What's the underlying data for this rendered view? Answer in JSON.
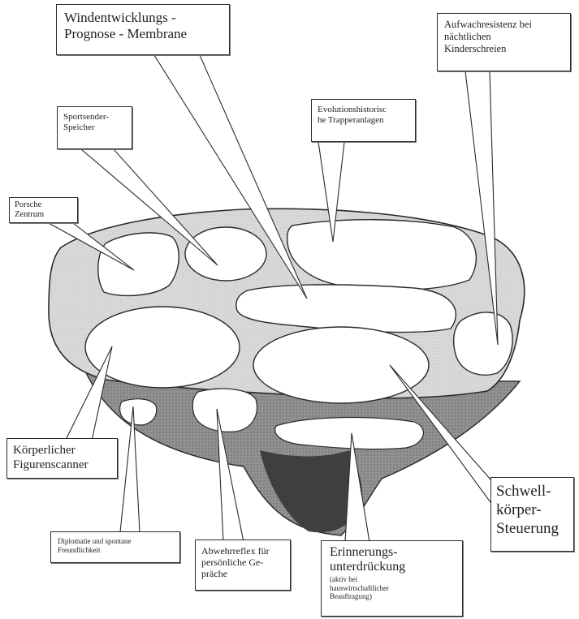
{
  "labels": {
    "windentwicklung": {
      "line1": "Windentwicklungs -",
      "line2": "Prognose - Membrane"
    },
    "aufwachresistenz": {
      "line1": "Aufwachresistenz bei",
      "line2": "nächtlichen",
      "line3": "Kinderschreien"
    },
    "sportsender": {
      "line1": "Sportsender-",
      "line2": "Speicher"
    },
    "evolution": {
      "line1": "Evolutionshistorisc",
      "line2": "he Trapperanlagen"
    },
    "porsche": {
      "line1": "Porsche",
      "line2": "Zentrum"
    },
    "koerperlicher": {
      "line1": "Körperlicher",
      "line2": "Figurenscanner"
    },
    "schwellkoerper": {
      "line1": "Schwell-",
      "line2": "körper-",
      "line3": "Steuerung"
    },
    "diplomatie": {
      "line1": "Diplomatie und spontane",
      "line2": "Freundlichkeit"
    },
    "abwehrreflex": {
      "line1": "Abwehrreflex  für",
      "line2": "persönliche Ge-",
      "line3": "präche"
    },
    "erinnerung": {
      "line1": "Erinnerungs-",
      "line2": "unterdrückung",
      "line3": "(aktiv bei",
      "line4": "hauswirtschaftlicher",
      "line5": "Beauftragung)"
    }
  },
  "colors": {
    "outline": "#2a2a2a",
    "upper_surface": "#d6d6d6",
    "lower_shadow": "#8c8c8c",
    "deep_shadow": "#3f3f3f",
    "region_fill": "#ffffff"
  }
}
